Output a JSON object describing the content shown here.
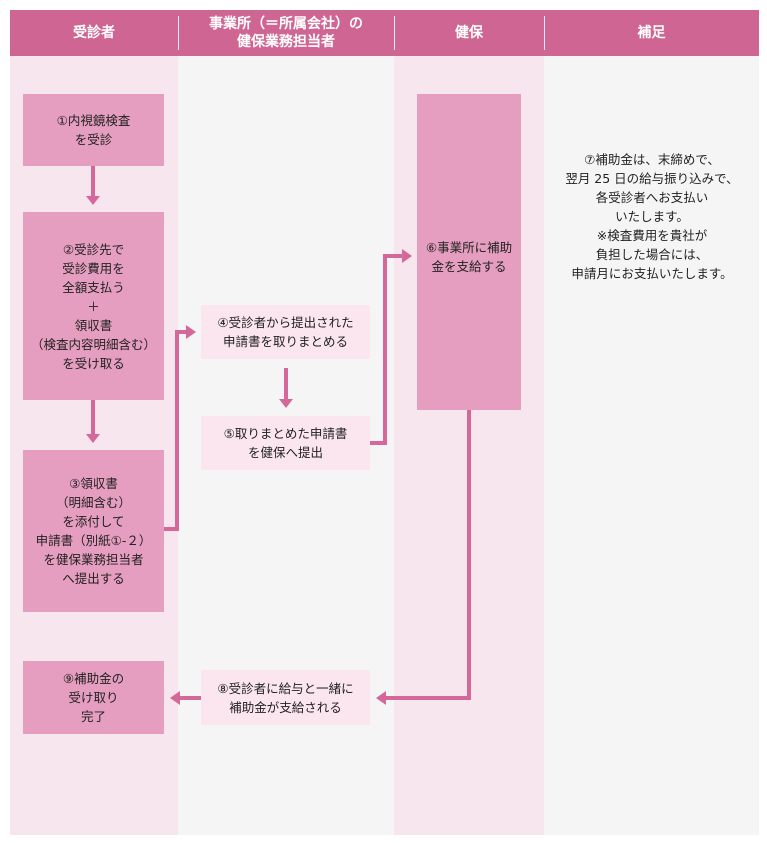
{
  "header": {
    "col1": "受診者",
    "col2": [
      "事業所（＝所属会社）の",
      "健保業務担当者"
    ],
    "col3": "健保",
    "col4": "補足"
  },
  "steps": {
    "s1": [
      "①内視鏡検査",
      "を受診"
    ],
    "s2": [
      "②受診先で",
      "受診費用を",
      "全額支払う",
      "＋",
      "領収書",
      "（検査内容明細含む）",
      "を受け取る"
    ],
    "s3": [
      "③領収書",
      "（明細含む）",
      "を添付して",
      "申請書（別紙①-２）",
      "を健保業務担当者",
      "へ提出する"
    ],
    "s4": [
      "④受診者から提出された",
      "申請書を取りまとめる"
    ],
    "s5": [
      "⑤取りまとめた申請書",
      "を健保へ提出"
    ],
    "s6": [
      "⑥事業所に補助",
      "金を支給する"
    ],
    "s8": [
      "⑧受診者に給与と一緒に",
      "補助金が支給される"
    ],
    "s9": [
      "⑨補助金の",
      "受け取り",
      "完了"
    ]
  },
  "note": [
    "⑦補助金は、末締めで、",
    "翌月 25 日の給与振り込みで、",
    "各受診者へお支払い",
    "いたします。",
    "※検査費用を貴社が",
    "負担した場合には、",
    "申請月にお支払いたします。"
  ],
  "colors": {
    "header": "#cf6592",
    "arrow": "#d4689a",
    "box_dark": "#e69ec0",
    "box_light": "#fbe6ef"
  }
}
